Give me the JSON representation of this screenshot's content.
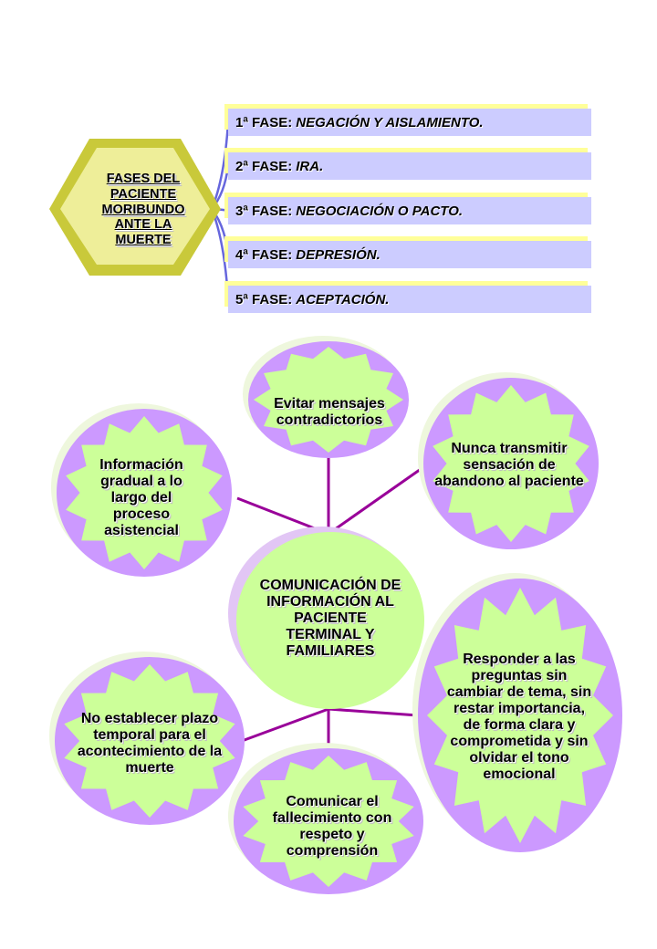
{
  "fases": {
    "title": "FASES DEL PACIENTE MORIBUNDO ANTE LA MUERTE",
    "items": [
      {
        "label": "1ª FASE:",
        "name": "NEGACIÓN Y AISLAMIENTO."
      },
      {
        "label": "2ª FASE:",
        "name": "IRA."
      },
      {
        "label": "3ª FASE:",
        "name": "NEGOCIACIÓN O PACTO."
      },
      {
        "label": "4ª FASE:",
        "name": "DEPRESIÓN."
      },
      {
        "label": "5ª FASE:",
        "name": "ACEPTACIÓN."
      }
    ]
  },
  "comunicacion": {
    "center": "COMUNICACIÓN DE INFORMACIÓN AL PACIENTE TERMINAL Y FAMILIARES",
    "nodes": [
      "Evitar mensajes contradictorios",
      "Nunca transmitir sensación de abandono al paciente",
      "Información gradual a lo largo del proceso asistencial",
      "Responder a las preguntas sin cambiar de tema, sin restar importancia, de forma clara y comprometida y sin olvidar el tono emocional",
      "No establecer plazo temporal para el acontecimiento de la muerte",
      "Comunicar el fallecimiento con respeto y comprensión"
    ]
  },
  "colors": {
    "hex_face": "#eeee99",
    "hex_side": "#c9c93a",
    "phase_box": "#ccccff",
    "phase_line": "#6666dd",
    "burst": "#cc99ff",
    "bubble": "#ccff99",
    "center_halo": "#e2c6f5",
    "connector": "#990099"
  }
}
